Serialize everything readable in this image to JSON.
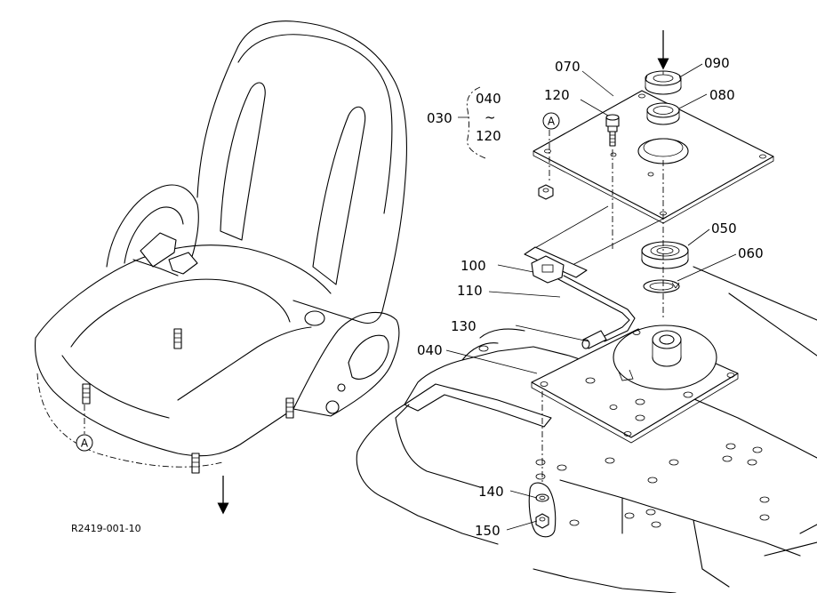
{
  "callouts": {
    "c030": "030",
    "c040_range": "040",
    "tilde": "~",
    "c120_range": "120",
    "c070": "070",
    "c090": "090",
    "c080": "080",
    "c120": "120",
    "c050": "050",
    "c060": "060",
    "c100": "100",
    "c110": "110",
    "c130": "130",
    "c040": "040",
    "c140": "140",
    "c150": "150"
  },
  "reference_marks": {
    "a_top": "A",
    "a_bottom": "A"
  },
  "drawing_code": "R2419-001-10"
}
